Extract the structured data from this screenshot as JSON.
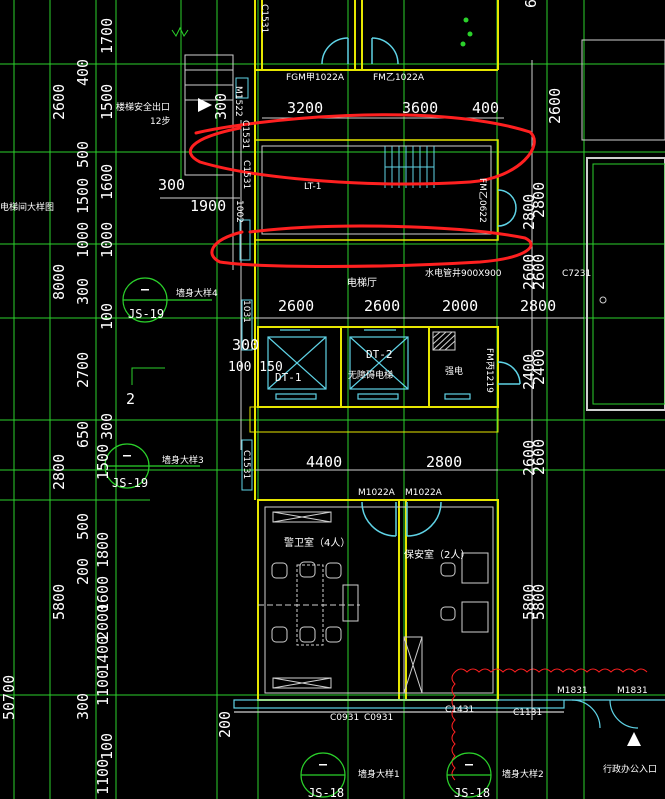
{
  "colors": {
    "background": "#000000",
    "axis_line": "#2bd12b",
    "wall": "#e6e600",
    "wall_inner": "#cfcfcf",
    "window": "#5fd3e6",
    "dimension_text": "#ffffff",
    "annotation": "#ff2020",
    "door": "#ffffff"
  },
  "dimensions": {
    "top": {
      "d1": "3200",
      "d2": "3600",
      "d3": "400"
    },
    "left_stair": {
      "d1": "300",
      "d2": "1900",
      "d3": "300"
    },
    "elevator_row": {
      "d1": "2600",
      "d2": "2600",
      "d3": "2000",
      "d4": "2800"
    },
    "mid_row": {
      "d1": "4400",
      "d2": "2800"
    },
    "small_300": "300",
    "small_100_150": "100 150",
    "small_200": "200",
    "left_vertical": [
      "2600",
      "8000",
      "2800",
      "5800",
      "50700"
    ],
    "left_vertical2": [
      "400",
      "500",
      "1500",
      "300",
      "1000",
      "2700",
      "650",
      "1500",
      "500",
      "200",
      "1400",
      "1100",
      "300",
      "1100"
    ],
    "left_vertical3": [
      "1700",
      "1500",
      "1600",
      "1000",
      "1800",
      "300",
      "100",
      "2000",
      "1600",
      "100"
    ],
    "right_vertical": [
      "2600",
      "2800",
      "2600",
      "2400",
      "2600",
      "5800"
    ],
    "right_vertical2": [
      "6",
      "2800",
      "2600",
      "2400",
      "2600",
      "5800"
    ]
  },
  "labels": {
    "fgm": "FGM甲1022A",
    "fm_yi": "FM乙1022A",
    "stair_exit": "楼梯安全出口",
    "steps": "12步",
    "stair_detail": "电梯间大样图",
    "lt1": "LT-1",
    "elevator_hall": "电梯厅",
    "shaft": "水电管井900X900",
    "c7231": "C7231",
    "dt1": "DT-1",
    "dt2": "DT-2",
    "barrier_free": "无障碍电梯",
    "strong_current": "强电",
    "fm_bing": "FM丙1219",
    "fm_side": "FM乙0622",
    "m1022a_l": "M1022A",
    "m1022a_r": "M1022A",
    "guard_room": "警卫室（4人）",
    "security_room": "保安室（2人）",
    "c0931_l": "C0931",
    "c0931_r": "C0931",
    "c1431": "C1431",
    "c1131": "C1131",
    "m1831_l": "M1831",
    "m1831_r": "M1831",
    "admin_entrance": "行政办公入口",
    "c1531_a": "C1531",
    "c1531_b": "C1531",
    "c1531_c": "C1531",
    "c1531_d": "C1531",
    "wall_detail_4": "墙身大样4",
    "wall_detail_3": "墙身大样3",
    "wall_detail_1": "墙身大样1",
    "wall_detail_2": "墙身大样2",
    "ref_js19_a": "JS-19",
    "ref_js19_b": "JS-19",
    "ref_js18_a": "JS-18",
    "ref_js18_b": "JS-18",
    "level_2": "2",
    "vtxt_left_a": "1002",
    "vtxt_left_b": "1031",
    "m1522": "M1522"
  }
}
